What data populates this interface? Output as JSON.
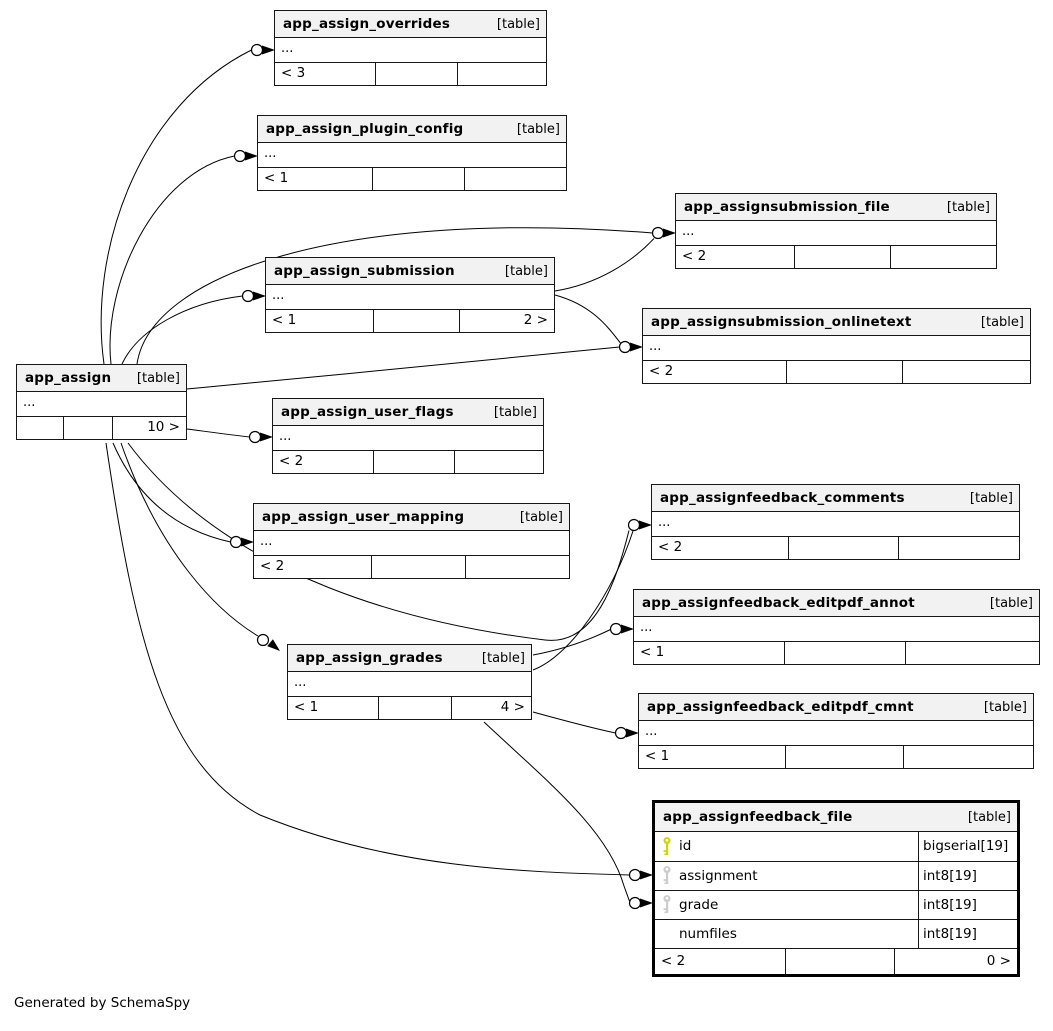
{
  "page": {
    "footer_note": "Generated by SchemaSpy"
  },
  "colors": {
    "header_bg": "#f2f2f2",
    "border": "#171717",
    "primary_key": "#d4d400",
    "foreign_key": "#cccccc",
    "background": "#ffffff"
  },
  "tables": [
    {
      "name": "app_assign_overrides",
      "tag": "[table]",
      "dots": "...",
      "footer": {
        "left": "< 3",
        "mid": "",
        "right": ""
      }
    },
    {
      "name": "app_assign_plugin_config",
      "tag": "[table]",
      "dots": "...",
      "footer": {
        "left": "< 1",
        "mid": "",
        "right": ""
      }
    },
    {
      "name": "app_assignsubmission_file",
      "tag": "[table]",
      "dots": "...",
      "footer": {
        "left": "< 2",
        "mid": "",
        "right": ""
      }
    },
    {
      "name": "app_assign_submission",
      "tag": "[table]",
      "dots": "...",
      "footer": {
        "left": "< 1",
        "mid": "",
        "right": "2 >"
      }
    },
    {
      "name": "app_assignsubmission_onlinetext",
      "tag": "[table]",
      "dots": "...",
      "footer": {
        "left": "< 2",
        "mid": "",
        "right": ""
      }
    },
    {
      "name": "app_assign",
      "tag": "[table]",
      "dots": "...",
      "footer": {
        "left": "",
        "mid": "",
        "right": "10 >"
      }
    },
    {
      "name": "app_assign_user_flags",
      "tag": "[table]",
      "dots": "...",
      "footer": {
        "left": "< 2",
        "mid": "",
        "right": ""
      }
    },
    {
      "name": "app_assign_user_mapping",
      "tag": "[table]",
      "dots": "...",
      "footer": {
        "left": "< 2",
        "mid": "",
        "right": ""
      }
    },
    {
      "name": "app_assignfeedback_comments",
      "tag": "[table]",
      "dots": "...",
      "footer": {
        "left": "< 2",
        "mid": "",
        "right": ""
      }
    },
    {
      "name": "app_assignfeedback_editpdf_annot",
      "tag": "[table]",
      "dots": "...",
      "footer": {
        "left": "< 1",
        "mid": "",
        "right": ""
      }
    },
    {
      "name": "app_assign_grades",
      "tag": "[table]",
      "dots": "...",
      "footer": {
        "left": "< 1",
        "mid": "",
        "right": "4 >"
      }
    },
    {
      "name": "app_assignfeedback_editpdf_cmnt",
      "tag": "[table]",
      "dots": "...",
      "footer": {
        "left": "< 1",
        "mid": "",
        "right": ""
      }
    },
    {
      "name": "app_assignfeedback_file",
      "tag": "[table]",
      "columns": [
        {
          "key": "primary",
          "name": "id",
          "type": "bigserial[19]"
        },
        {
          "key": "foreign",
          "name": "assignment",
          "type": "int8[19]"
        },
        {
          "key": "foreign",
          "name": "grade",
          "type": "int8[19]"
        },
        {
          "key": "none",
          "name": "numfiles",
          "type": "int8[19]"
        }
      ],
      "footer": {
        "left": "< 2",
        "mid": "",
        "right": "0 >"
      }
    }
  ]
}
